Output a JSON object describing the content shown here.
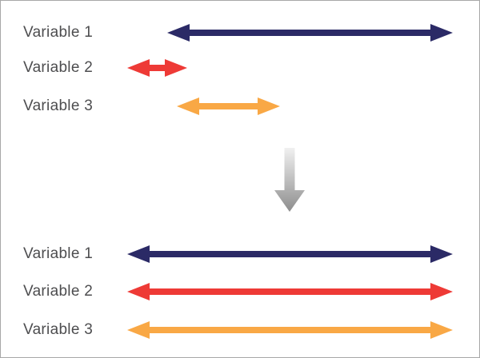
{
  "diagram": {
    "before": {
      "rows": [
        {
          "label": "Variable 1",
          "color": "#2b2a66",
          "start": 208,
          "end": 565
        },
        {
          "label": "Variable 2",
          "color": "#ee3a36",
          "start": 158,
          "end": 233
        },
        {
          "label": "Variable 3",
          "color": "#f9a845",
          "start": 220,
          "end": 349
        }
      ]
    },
    "after": {
      "rows": [
        {
          "label": "Variable 1",
          "color": "#2b2a66",
          "start": 158,
          "end": 565
        },
        {
          "label": "Variable 2",
          "color": "#ee3a36",
          "start": 158,
          "end": 565
        },
        {
          "label": "Variable 3",
          "color": "#f9a845",
          "start": 158,
          "end": 565
        }
      ]
    },
    "transform_arrow": {
      "gradient_top": "#f1f1f1",
      "gradient_bottom": "#8d8d8d"
    },
    "colors": {
      "label_text": "#4d4d4f",
      "border": "#a8a8a8",
      "background": "#ffffff"
    }
  }
}
